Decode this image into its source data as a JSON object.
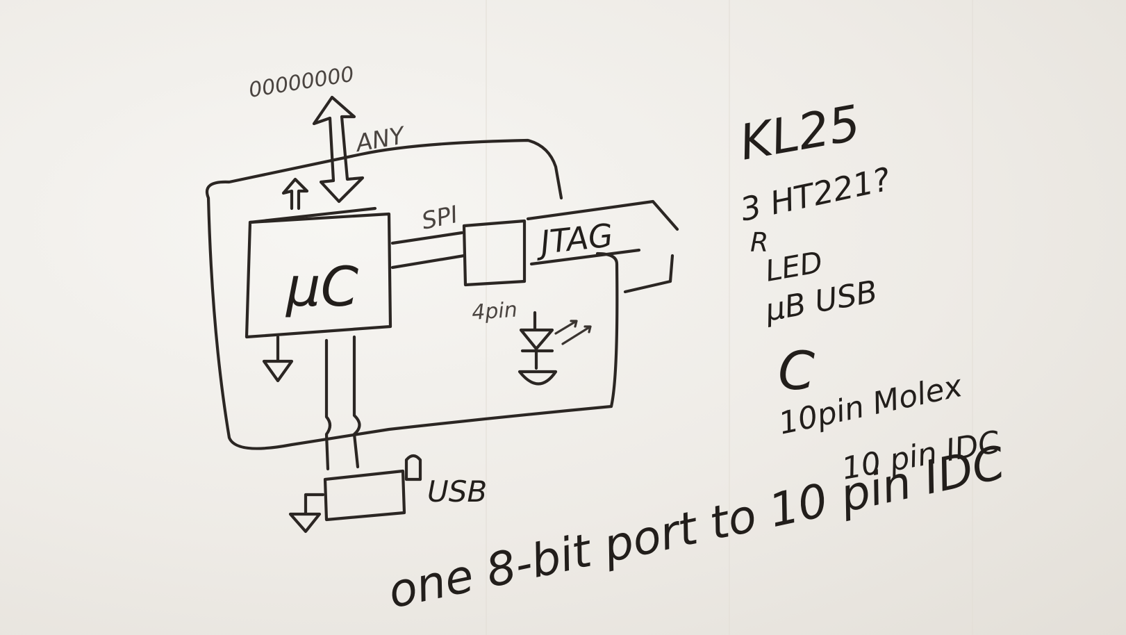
{
  "diagram": {
    "labels": {
      "output_bits": "00000000",
      "any": "ANY",
      "spi": "SPI",
      "mcu": "μC",
      "jtag": "JTAG",
      "four_pin": "4pin",
      "usb": "USB"
    },
    "notes": {
      "line1": "KL25",
      "line2": "3 HT221?",
      "line3": "R",
      "line4": "LED",
      "line5": "μB USB",
      "line6": "C",
      "line7": "10pin Molex",
      "line8": "10 pin IDC",
      "bottom": "one 8-bit port to 10 pin IDC"
    },
    "ink_color": "#2b2623",
    "paper_color": "#f4f2ee"
  }
}
